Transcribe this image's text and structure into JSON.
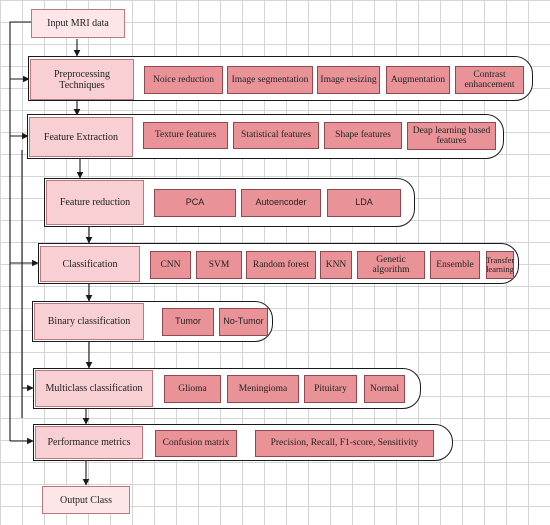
{
  "input": "Input MRI data",
  "output": "Output Class",
  "stages": [
    {
      "label": "Preprocessing Techniques",
      "items": [
        "Noice reduction",
        "Image segmentation",
        "Image resizing",
        "Augmentation",
        "Contrast enhancement"
      ]
    },
    {
      "label": "Feature Extraction",
      "items": [
        "Texture features",
        "Statistical features",
        "Shape features",
        "Deap learning based features"
      ]
    },
    {
      "label": "Feature reduction",
      "items": [
        "PCA",
        "Autoencoder",
        "LDA"
      ]
    },
    {
      "label": "Classification",
      "items": [
        "CNN",
        "SVM",
        "Random forest",
        "KNN",
        "Genetic algorithm",
        "Ensemble",
        "Transfer learning"
      ]
    },
    {
      "label": "Binary classification",
      "items": [
        "Tumor",
        "No-Tumor"
      ]
    },
    {
      "label": "Multiclass classification",
      "items": [
        "Glioma",
        "Meningioma",
        "Pituitary",
        "Normal"
      ]
    },
    {
      "label": "Performance metrics",
      "items": [
        "Confusion matrix",
        "Precision, Recall, F1-score, Sensitivity"
      ]
    }
  ]
}
